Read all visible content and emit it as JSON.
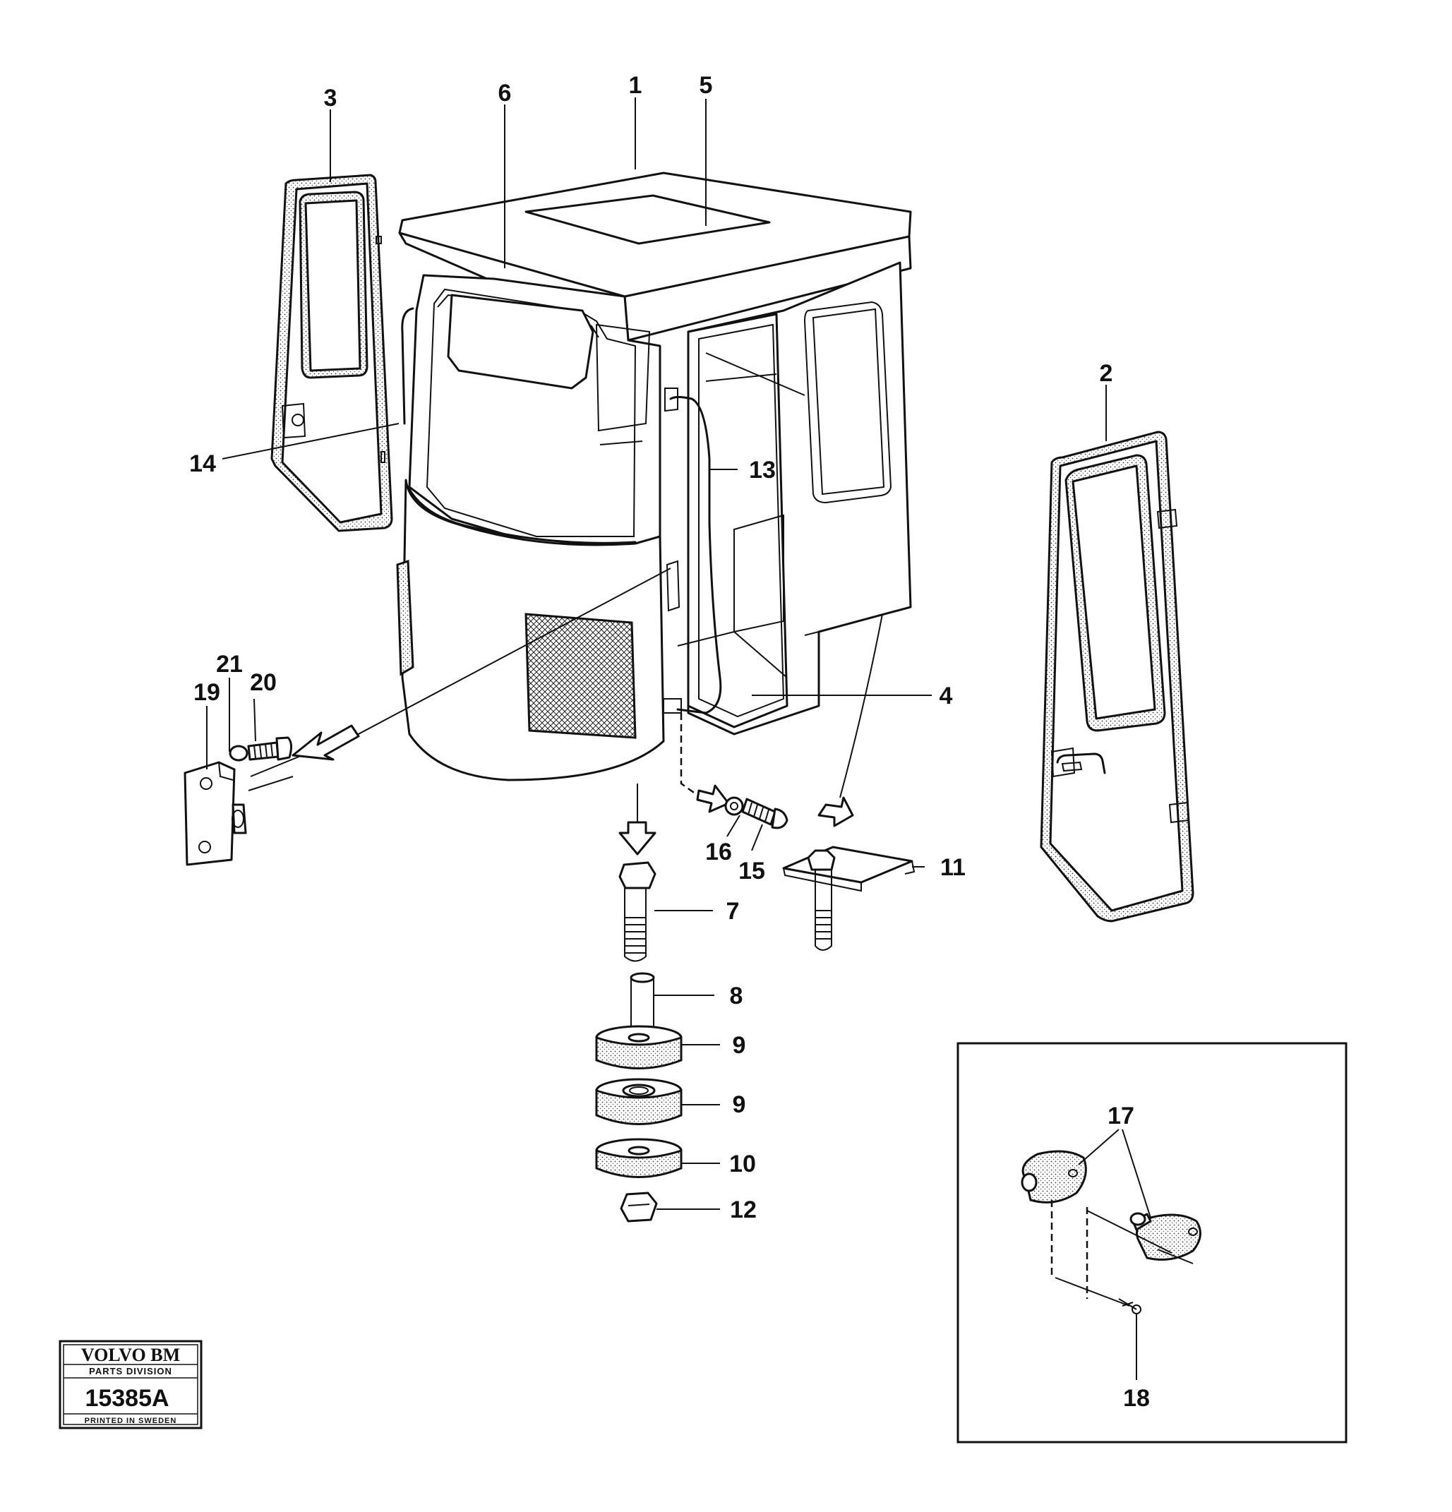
{
  "diagram": {
    "part_labels": [
      "1",
      "2",
      "3",
      "4",
      "5",
      "6",
      "7",
      "8",
      "9",
      "9",
      "10",
      "11",
      "12",
      "13",
      "14",
      "15",
      "16",
      "17",
      "18",
      "19",
      "20",
      "21"
    ]
  },
  "logo": {
    "brand": "VOLVO BM",
    "division": "PARTS DIVISION",
    "drawing_number": "15385A",
    "printed": "PRINTED IN SWEDEN"
  }
}
